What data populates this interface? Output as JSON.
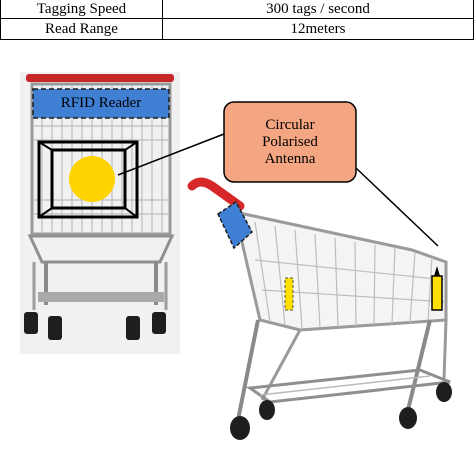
{
  "table": {
    "rows": [
      {
        "key": "Tagging Speed",
        "value": "300 tags / second"
      },
      {
        "key": "Read Range",
        "value": "12meters"
      }
    ]
  },
  "diagram": {
    "reader_label": "RFID Reader",
    "antenna_label_lines": [
      "Circular",
      "Polarised",
      "Antenna"
    ],
    "colors": {
      "reader_box": "#3f7fd4",
      "antenna_callout": "#f4a582",
      "tag_circle": "#ffd400",
      "handle_red": "#d62828",
      "antenna_bar": "#ffe000"
    }
  }
}
